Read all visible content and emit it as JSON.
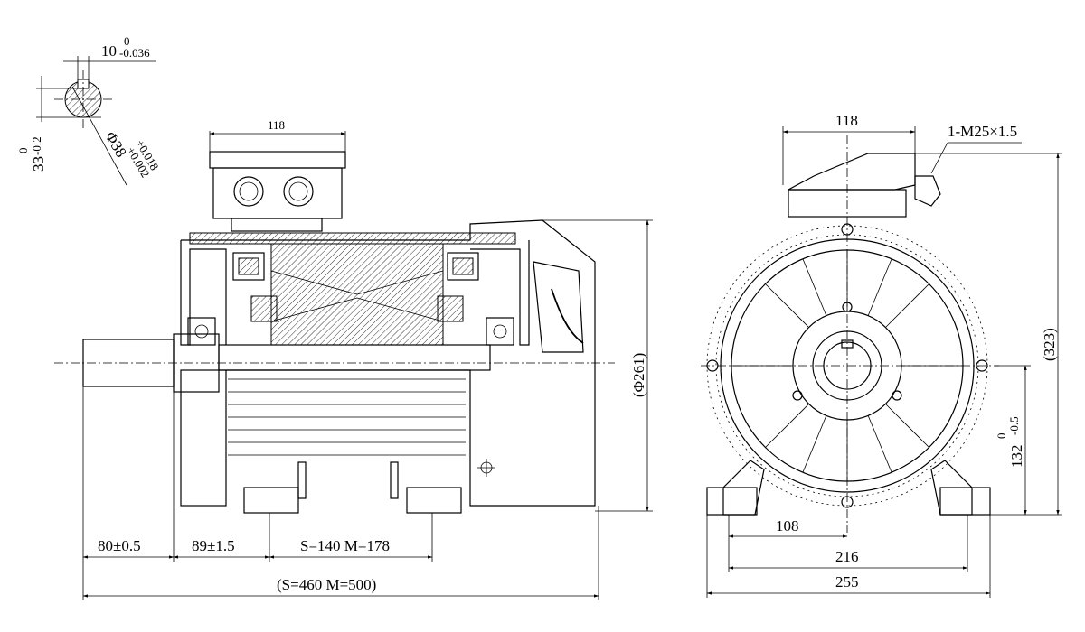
{
  "shaft_section": {
    "key_width": "10",
    "key_width_tol_upper": "0",
    "key_width_tol_lower": "-0.036",
    "key_depth": "33",
    "key_depth_tol_upper": "0",
    "key_depth_tol_lower": "-0.2",
    "diameter": "Φ38",
    "diameter_tol_upper": "+0.018",
    "diameter_tol_lower": "+0.002"
  },
  "side_view": {
    "terminal_box_width": "118",
    "shaft_extension": "80±0.5",
    "shaft_to_foot": "89±1.5",
    "foot_spacing": "S=140  M=178",
    "overall_length": "(S=460  M=500)",
    "body_diameter": "(Φ261)"
  },
  "end_view": {
    "terminal_box_width": "118",
    "cable_gland": "1-M25×1.5",
    "overall_height": "(323)",
    "shaft_height": "132",
    "shaft_height_tol_upper": "0",
    "shaft_height_tol_lower": "-0.5",
    "half_foot_distance": "108",
    "foot_distance": "216",
    "base_width": "255"
  }
}
